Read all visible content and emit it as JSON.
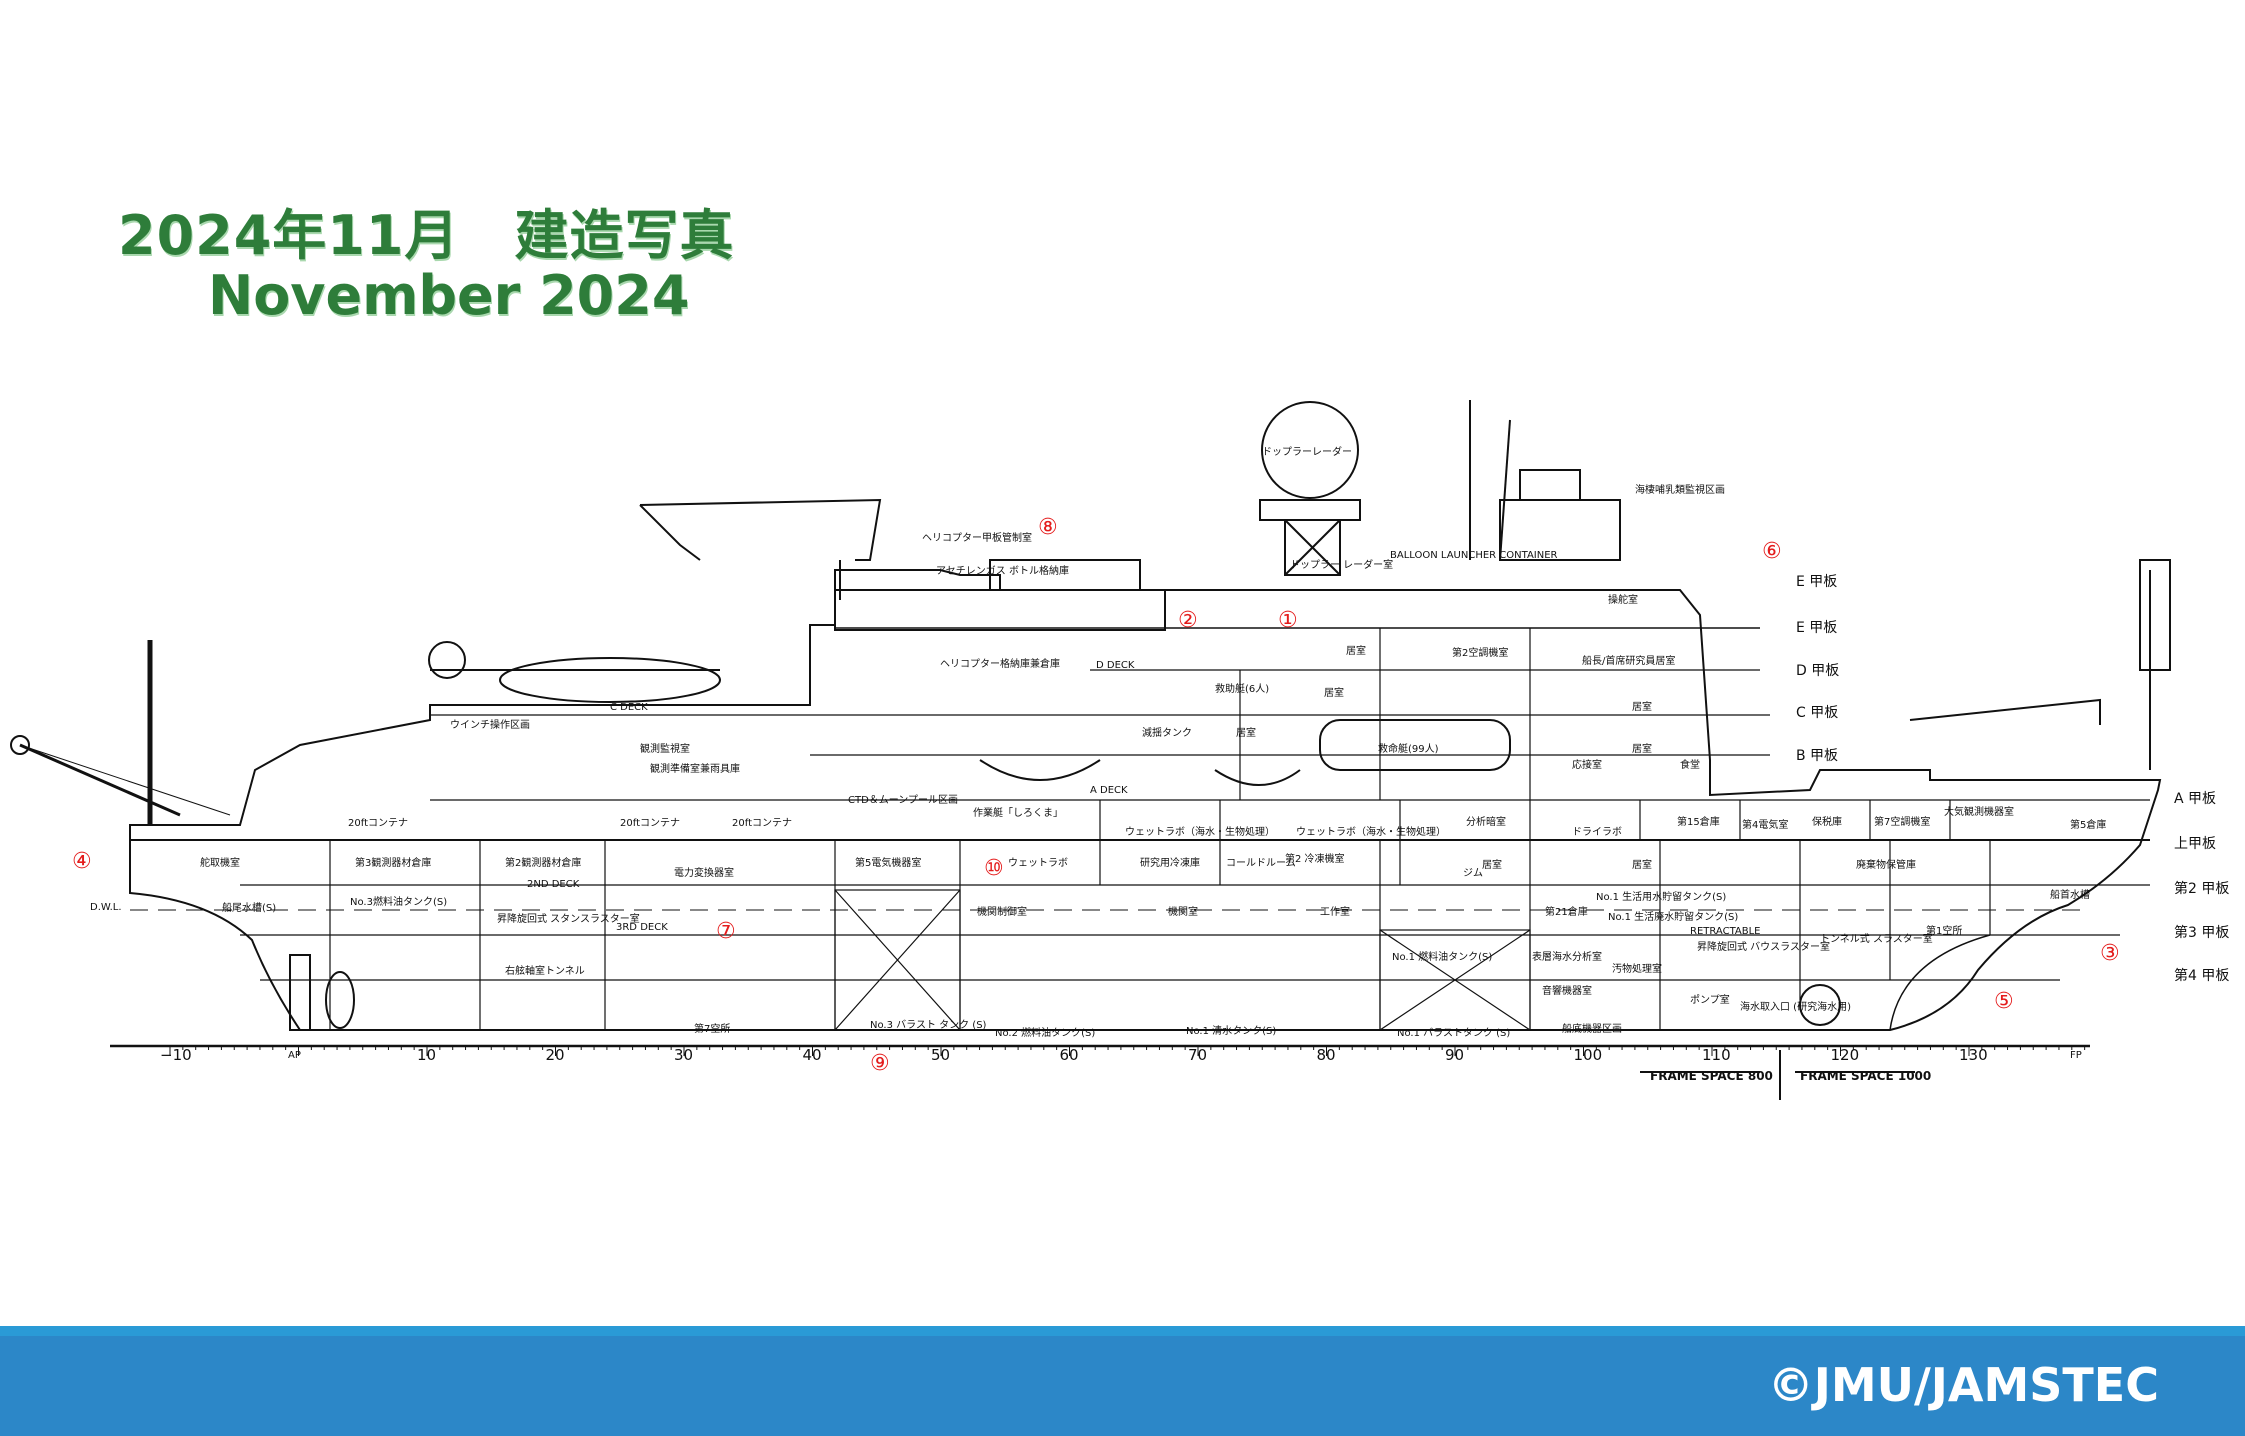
{
  "title": {
    "line1": "2024年11月　建造写真",
    "line2": "November 2024"
  },
  "footer": {
    "copyright": "©JMU/JAMSTEC"
  },
  "colors": {
    "title": "#2e7d3a",
    "footer": "#2c87c8",
    "marker": "#e41c1c"
  },
  "decks": {
    "e_deck": "E 甲板",
    "e_deck2": "E 甲板",
    "d_deck": "D 甲板",
    "c_deck": "C 甲板",
    "b_deck": "B 甲板",
    "a_deck": "A 甲板",
    "upper_deck": "上甲板",
    "second_deck": "第2 甲板",
    "third_deck": "第3 甲板",
    "fourth_deck": "第4 甲板"
  },
  "markers": {
    "m1": "①",
    "m2": "②",
    "m3": "③",
    "m4": "④",
    "m5": "⑤",
    "m6": "⑥",
    "m7": "⑦",
    "m8": "⑧",
    "m9": "⑨",
    "m10": "⑩"
  },
  "rooms": {
    "doppler_radar": "ドップラーレーダー",
    "doppler_room": "ドップラー レーダー室",
    "balloon": "BALLOON LAUNCHER CONTAINER",
    "sea_ice": "海棲哺乳類監視区画",
    "heli_control": "ヘリコプター甲板管制室",
    "heli_hangar": "ヘリコプター格納庫兼倉庫",
    "acetylene": "アセチレンガス ボトル格納庫",
    "bridge": "操舵室",
    "winch_control": "ウインチ操作区画",
    "obs_monitor": "観測監視室",
    "obs_prep": "観測準備室兼雨具庫",
    "ctd": "CTD＆ムーンプール区画",
    "work_boat": "作業艇「しろくま」",
    "rescue_boat": "救助艇(6人)",
    "lifeboat": "救命艇(99人)",
    "shock_tank": "減揺タンク",
    "cabin1": "居室",
    "cabin2": "居室",
    "cabin3": "居室",
    "cabin4": "居室",
    "cabin5": "居室",
    "cabin6": "居室",
    "cabin7": "居室",
    "ac2": "第2空調機室",
    "captain": "船長/首席研究員居室",
    "reception": "応接室",
    "dining": "食堂",
    "container1": "20ftコンテナ",
    "container2": "20ftコンテナ",
    "container3": "20ftコンテナ",
    "steering": "舵取機室",
    "obs_store3": "第3観測器材倉庫",
    "obs_store2": "第2観測器材倉庫",
    "power_conv": "電力変換器室",
    "elec5": "第5電気機器室",
    "wet_lab": "ウェットラボ",
    "wet_lab2": "ウェットラボ（海水・生物処理）",
    "wet_lab1": "ウェットラボ（海水・生物処理）",
    "analysis": "分析暗室",
    "dry_lab": "ドライラボ",
    "store15": "第15倉庫",
    "elec4": "第4電気室",
    "protective": "保税庫",
    "ac7": "第7空調機室",
    "atmos": "大気観測機器室",
    "store5": "第5倉庫",
    "research_freezer": "研究用冷凍庫",
    "cold_room": "コールドルーム",
    "refrig2": "第2 冷凍機室",
    "gym": "ジム",
    "waste_store": "廃棄物保管庫",
    "bow_tank": "船首水槽",
    "stern_tank": "船尾水槽(S)",
    "azimuth": "昇降旋回式 スタンスラスター室",
    "tunnel_shaft": "右舷軸室トンネル",
    "fuel3": "No.3燃料油タンク(S)",
    "engine_ctrl": "機関制御室",
    "engine_room": "機関室",
    "workshop": "工作室",
    "void7": "第7空所",
    "ballast3": "No.3 バラスト タンク (S)",
    "fuel2": "No.2 燃料油タンク(S)",
    "fresh1": "No.1 清水タンク(S)",
    "fuel1": "No.1 燃料油タンク(S)",
    "ballast1": "No.1 バラストタンク (S)",
    "store21": "第21倉庫",
    "fresh_water1": "No.1 生活用水貯留タンク(S)",
    "sewage1": "No.1 生活廃水貯留タンク(S)",
    "surface_sea": "表層海水分析室",
    "sewage_room": "汚物処理室",
    "retractable": "RETRACTABLE",
    "azimuth_bow": "昇降旋回式 バウスラスター室",
    "sonar": "音響機器室",
    "bottom_machinery": "船底機器区画",
    "pump": "ポンプ室",
    "tunnel_thruster": "トンネル式 スラスター室",
    "void1": "第1空所",
    "seawater_intake": "海水取入口 (研究海水用)",
    "fp": "FP",
    "ap": "AP",
    "dwl": "D.W.L.",
    "deck_c": "C DECK",
    "deck_d": "D DECK",
    "deck_a": "A DECK",
    "deck_2nd": "2ND DECK",
    "deck_3rd": "3RD DECK",
    "frame800": "FRAME SPACE 800",
    "frame1000": "FRAME SPACE 1000"
  },
  "frame_ticks": [
    "−10",
    "AP",
    "10",
    "20",
    "30",
    "40",
    "50",
    "60",
    "70",
    "80",
    "90",
    "100",
    "110",
    "120",
    "130",
    "FP"
  ]
}
